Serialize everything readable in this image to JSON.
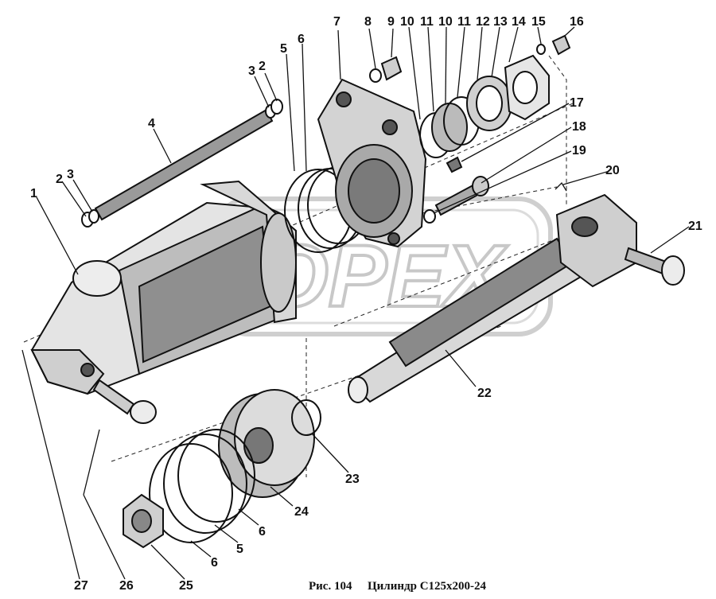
{
  "watermark": "OPEX",
  "caption": {
    "figure": "Рис. 104",
    "title": "Цилиндр С125х200-24"
  },
  "callouts": [
    {
      "id": "c1",
      "text": "1"
    },
    {
      "id": "c2a",
      "text": "2"
    },
    {
      "id": "c3a",
      "text": "3"
    },
    {
      "id": "c4",
      "text": "4"
    },
    {
      "id": "c3b",
      "text": "3"
    },
    {
      "id": "c2b",
      "text": "2"
    },
    {
      "id": "c5a",
      "text": "5"
    },
    {
      "id": "c6a",
      "text": "6"
    },
    {
      "id": "c7",
      "text": "7"
    },
    {
      "id": "c8",
      "text": "8"
    },
    {
      "id": "c9",
      "text": "9"
    },
    {
      "id": "c10a",
      "text": "10"
    },
    {
      "id": "c11a",
      "text": "11"
    },
    {
      "id": "c10b",
      "text": "10"
    },
    {
      "id": "c11b",
      "text": "11"
    },
    {
      "id": "c12",
      "text": "12"
    },
    {
      "id": "c13",
      "text": "13"
    },
    {
      "id": "c14",
      "text": "14"
    },
    {
      "id": "c15",
      "text": "15"
    },
    {
      "id": "c16",
      "text": "16"
    },
    {
      "id": "c17",
      "text": "17"
    },
    {
      "id": "c18",
      "text": "18"
    },
    {
      "id": "c19",
      "text": "19"
    },
    {
      "id": "c20",
      "text": "20"
    },
    {
      "id": "c21",
      "text": "21"
    },
    {
      "id": "c22",
      "text": "22"
    },
    {
      "id": "c23",
      "text": "23"
    },
    {
      "id": "c24",
      "text": "24"
    },
    {
      "id": "c6b",
      "text": "6"
    },
    {
      "id": "c5b",
      "text": "5"
    },
    {
      "id": "c6c",
      "text": "6"
    },
    {
      "id": "c25",
      "text": "25"
    },
    {
      "id": "c26",
      "text": "26"
    },
    {
      "id": "c27",
      "text": "27"
    }
  ]
}
